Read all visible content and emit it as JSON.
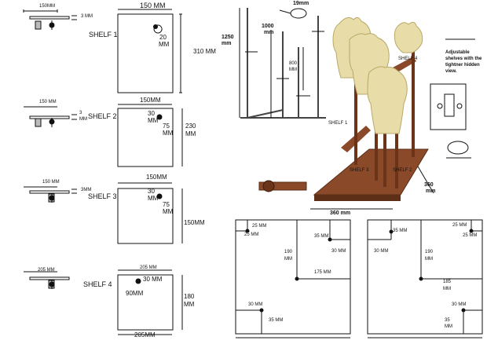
{
  "shelf_views": [
    {
      "name": "SHELF 1",
      "top_width": "150MM",
      "thickness": "3 MM",
      "width": "150 MM",
      "depth": "310 MM",
      "hole_offset": [
        "20",
        "MM"
      ]
    },
    {
      "name": "SHELF 2",
      "top_width": "150 MM",
      "thickness": [
        "3",
        "MM"
      ],
      "width": "150MM",
      "depth": [
        "230",
        "MM"
      ],
      "hole_x": "30",
      "hole_x_unit": "MM",
      "hole_y": [
        "75",
        "MM"
      ]
    },
    {
      "name": "SHELF 3",
      "top_width": "150 MM",
      "thickness": "3MM",
      "width": "150MM",
      "depth": "150MM",
      "hole_x": "30",
      "hole_x_unit": "MM",
      "hole_y": [
        "75",
        "MM"
      ]
    },
    {
      "name": "SHELF 4",
      "top_width": "205 MM",
      "top_width_small": "205 MM",
      "thickness": "",
      "width_bottom": "205MM",
      "depth": [
        "180",
        "MM"
      ],
      "hole_x": "30 MM",
      "hole_y": "90MM"
    }
  ],
  "stand_diagram": {
    "rod_diameter": "19mm",
    "total_height": [
      "1250",
      "mm"
    ],
    "upper_height": [
      "1000",
      "mm"
    ],
    "mid_height": [
      "800",
      "MM"
    ],
    "note": [
      "Adjustable",
      "shelves with the",
      "tightner hidden",
      "view."
    ],
    "shelf_labels": [
      "SHELF 1",
      "SHELF 3",
      "SHELF 2",
      "SHELF 4"
    ],
    "base_width": "360 mm",
    "base_depth": [
      "360",
      "mm"
    ]
  },
  "base_plans": [
    {
      "corner_a": "25 MM",
      "corner_b": "25 MM",
      "offset_35": "35 MM",
      "offset_30": "30 MM",
      "depth_190": [
        "190",
        "MM"
      ],
      "width_175": "175 MM",
      "bottom_30": "30 MM",
      "bottom_35": "35 MM"
    },
    {
      "top_35": "35 MM",
      "left_30": "30 MM",
      "corner_a": "25 MM",
      "corner_b": "25 MM",
      "depth_190": [
        "190",
        "MM"
      ],
      "depth_185": [
        "185",
        "MM"
      ],
      "bottom_30": "30 MM",
      "bottom_35": [
        "35",
        "MM"
      ]
    }
  ]
}
